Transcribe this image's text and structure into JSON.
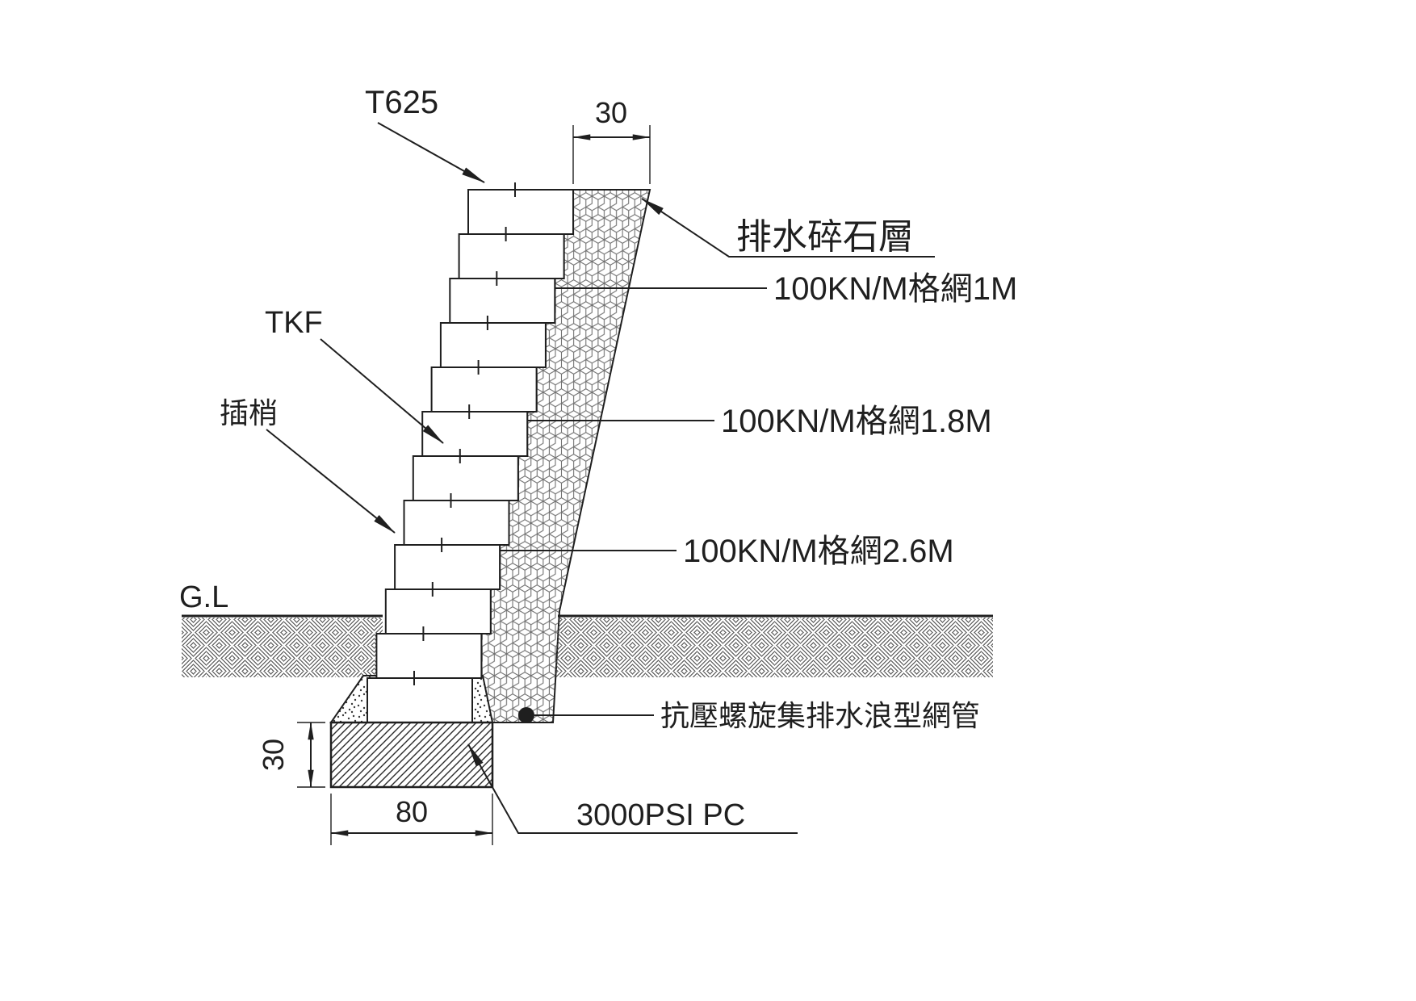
{
  "drawing": {
    "kind": "retaining-wall-cross-section",
    "colors": {
      "line": "#1f1f1f",
      "hatch": "#6e6e6e",
      "background": "#ffffff"
    },
    "wall": {
      "course_count": 12
    },
    "labels": {
      "block_type": "T625",
      "top_gravel_width": "30",
      "drainage_gravel_layer": "排水碎石層",
      "geogrid_1m": "100KN/M格網1M",
      "tkf": "TKF",
      "pin": "插梢",
      "geogrid_1_8m": "100KN/M格網1.8M",
      "geogrid_2_6m": "100KN/M格網2.6M",
      "ground_level": "G.L",
      "drain_pipe": "抗壓螺旋集排水浪型網管",
      "footing_height": "30",
      "footing_width": "80",
      "footing_material": "3000PSI PC"
    }
  }
}
